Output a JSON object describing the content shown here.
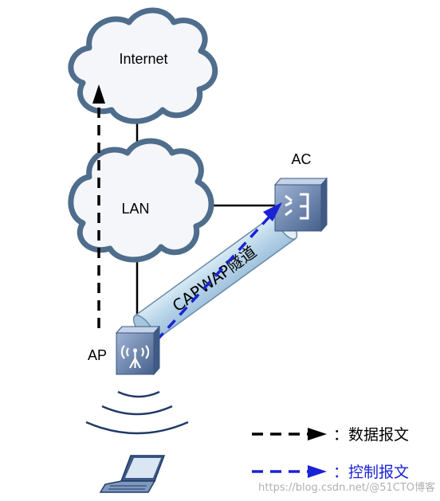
{
  "nodes": {
    "internet_label": "Internet",
    "lan_label": "LAN",
    "ac_label": "AC",
    "ap_label": "AP"
  },
  "tunnel": {
    "label": "CAPWAP隧道"
  },
  "legend": {
    "data_label": "：数据报文",
    "control_label": "：控制报文"
  },
  "watermark": "https://blog.csdn.net/@51CTO博客",
  "colors": {
    "cloud_fill": "#f4f6fa",
    "cloud_stroke": "#4f6d8c",
    "tunnel_fill": "#bcd7e9",
    "control_arrow": "#1a22d6",
    "data_arrow": "#000000"
  }
}
